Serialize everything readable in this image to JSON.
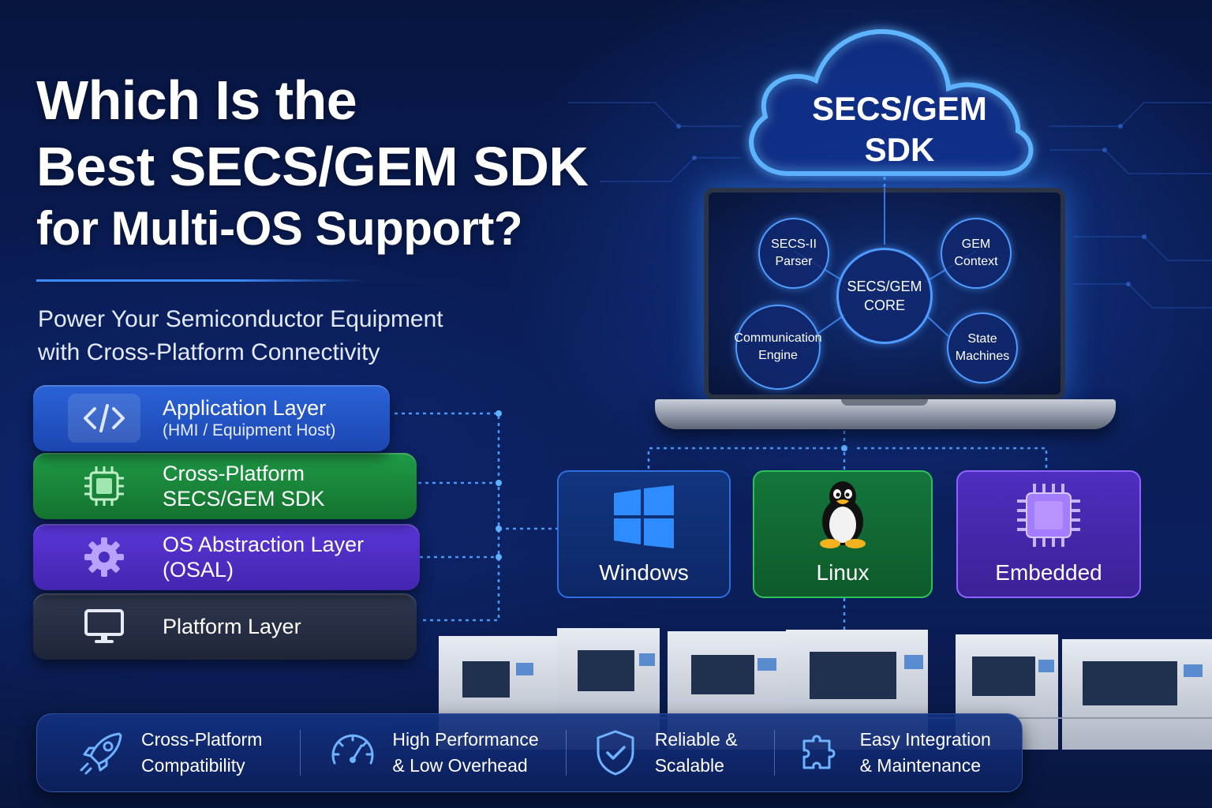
{
  "title": {
    "line1": "Which Is the",
    "line2": "Best SECS/GEM SDK",
    "line3": "for Multi-OS Support?"
  },
  "subtitle": {
    "line1": "Power Your Semiconductor Equipment",
    "line2": "with Cross-Platform Connectivity"
  },
  "layers": {
    "application": {
      "title": "Application Layer",
      "subtitle": "(HMI / Equipment Host)",
      "icon": "code-icon",
      "color": "#2a63d8"
    },
    "sdk": {
      "title": "Cross-Platform",
      "subtitle": "SECS/GEM SDK",
      "icon": "chip-icon",
      "color": "#1f9a46"
    },
    "osal": {
      "title": "OS Abstraction Layer",
      "subtitle": "(OSAL)",
      "icon": "gear-icon",
      "color": "#5a36d8"
    },
    "platform": {
      "title": "Platform Layer",
      "icon": "monitor-icon",
      "color": "#2f3850"
    }
  },
  "cloud": {
    "line1": "SECS/GEM",
    "line2": "SDK"
  },
  "laptop": {
    "core": {
      "line1": "SECS/GEM",
      "line2": "CORE"
    },
    "secs_parser": {
      "line1": "SECS-II",
      "line2": "Parser"
    },
    "gem_context": {
      "line1": "GEM",
      "line2": "Context"
    },
    "comm_engine": {
      "line1": "Communication",
      "line2": "Engine"
    },
    "state_machines": {
      "line1": "State",
      "line2": "Machines"
    }
  },
  "os": {
    "windows": {
      "label": "Windows",
      "icon": "windows-icon"
    },
    "linux": {
      "label": "Linux",
      "icon": "tux-icon"
    },
    "embedded": {
      "label": "Embedded",
      "icon": "chip-icon"
    }
  },
  "features": [
    {
      "line1": "Cross-Platform",
      "line2": "Compatibility",
      "icon": "rocket-icon"
    },
    {
      "line1": "High Performance",
      "line2": "& Low Overhead",
      "icon": "speedometer-icon"
    },
    {
      "line1": "Reliable &",
      "line2": "Scalable",
      "icon": "shield-check-icon"
    },
    {
      "line1": "Easy Integration",
      "line2": "& Maintenance",
      "icon": "puzzle-icon"
    }
  ],
  "colors": {
    "accent": "#3e8bff",
    "background": "#0a1d58"
  }
}
